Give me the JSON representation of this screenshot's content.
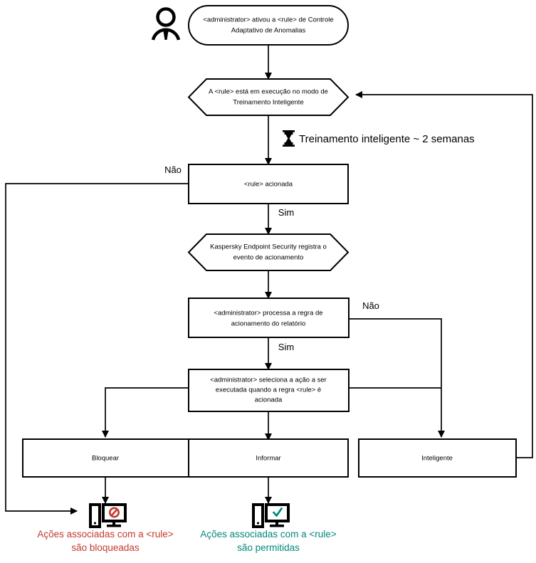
{
  "diagram": {
    "title": "Kaspersky Adaptive Anomaly Control rule workflow",
    "language": "pt-BR",
    "colors": {
      "blocked": "#c23a2f",
      "allowed": "#00897b",
      "stroke": "#000000",
      "fill": "#ffffff"
    },
    "actor": {
      "name": "administrator-person-icon"
    },
    "nodes": [
      {
        "id": "start",
        "shape": "rounded",
        "lines": [
          "<administrator> ativou a <rule> de Controle",
          "Adaptativo de Anomalias"
        ]
      },
      {
        "id": "training-mode",
        "shape": "hexagon",
        "lines": [
          "A <rule> está em execução no modo de",
          "Treinamento Inteligente"
        ]
      },
      {
        "id": "rule-triggered",
        "shape": "rect",
        "lines": [
          "<rule> acionada"
        ]
      },
      {
        "id": "kes-logs-event",
        "shape": "hexagon",
        "lines": [
          "Kaspersky Endpoint Security registra o",
          "evento de acionamento"
        ]
      },
      {
        "id": "admin-processes-rule",
        "shape": "rect",
        "lines": [
          "<administrator> processa a regra de",
          "acionamento do relatório"
        ]
      },
      {
        "id": "admin-selects-action",
        "shape": "rect",
        "lines": [
          "<administrator> seleciona a ação a ser",
          "executada quando a regra <rule> é",
          "acionada"
        ]
      },
      {
        "id": "action-block",
        "shape": "rect",
        "lines": [
          "Bloquear"
        ]
      },
      {
        "id": "action-inform",
        "shape": "rect",
        "lines": [
          "Informar"
        ]
      },
      {
        "id": "action-smart",
        "shape": "rect",
        "lines": [
          "Inteligente"
        ]
      }
    ],
    "note": {
      "icon": "hourglass-icon",
      "text": "Treinamento inteligente ~ 2 semanas"
    },
    "edge_labels": {
      "no_from_rule_triggered": "Não",
      "yes_from_rule_triggered": "Sim",
      "no_from_admin_processes": "Não",
      "yes_from_admin_processes": "Sim"
    },
    "terminals": [
      {
        "id": "blocked",
        "icon": "monitor-blocked-icon",
        "lines": [
          "Ações associadas com a <rule>",
          "são bloqueadas"
        ],
        "color": "#c23a2f"
      },
      {
        "id": "allowed",
        "icon": "monitor-allowed-icon",
        "lines": [
          "Ações associadas com a <rule>",
          "são permitidas"
        ],
        "color": "#00897b"
      }
    ]
  }
}
